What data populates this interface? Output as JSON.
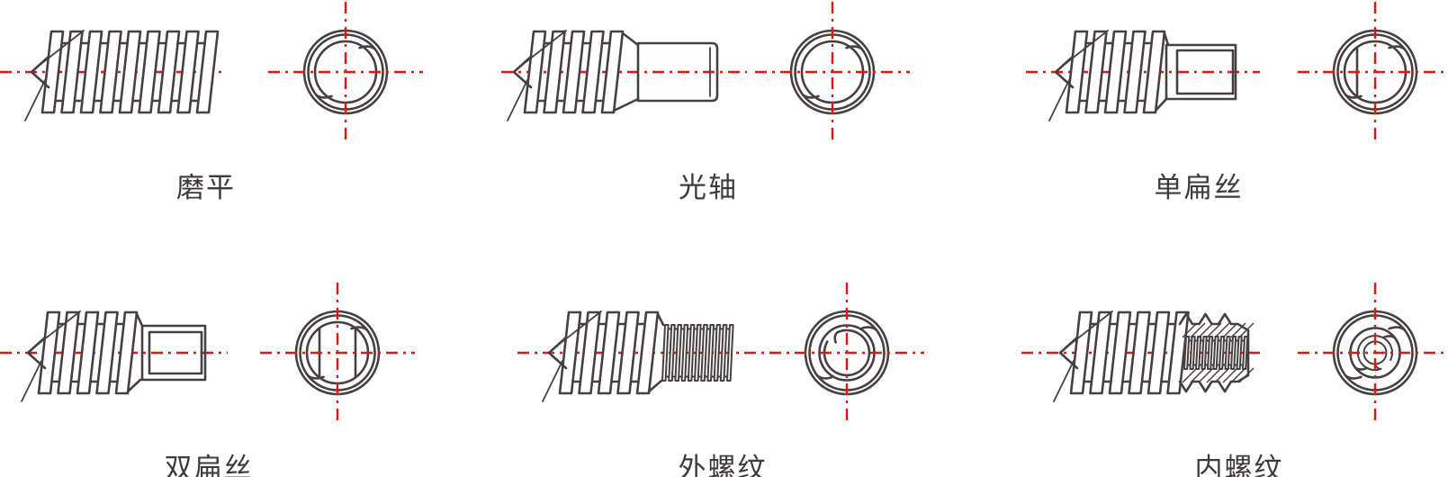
{
  "title": "set-screw-end-types-diagram",
  "colors": {
    "line": "#474040",
    "centerline": "#e8130c",
    "label": "#3e3a39",
    "background": "#ffffff"
  },
  "figures": [
    {
      "id": "ground-flat",
      "label": "磨平",
      "end_type": "flat",
      "end_view_type": "plain"
    },
    {
      "id": "plain-shaft",
      "label": "光轴",
      "end_type": "shaft",
      "end_view_type": "plain"
    },
    {
      "id": "single-flat",
      "label": "单扁丝",
      "end_type": "single_flat",
      "end_view_type": "single_flat"
    },
    {
      "id": "double-flat",
      "label": "双扁丝",
      "end_type": "double_flat",
      "end_view_type": "double_flat"
    },
    {
      "id": "external-thread",
      "label": "外螺纹",
      "end_type": "ext_thread",
      "end_view_type": "ext_thread"
    },
    {
      "id": "internal-thread",
      "label": "内螺纹",
      "end_type": "int_thread",
      "end_view_type": "int_thread"
    }
  ]
}
